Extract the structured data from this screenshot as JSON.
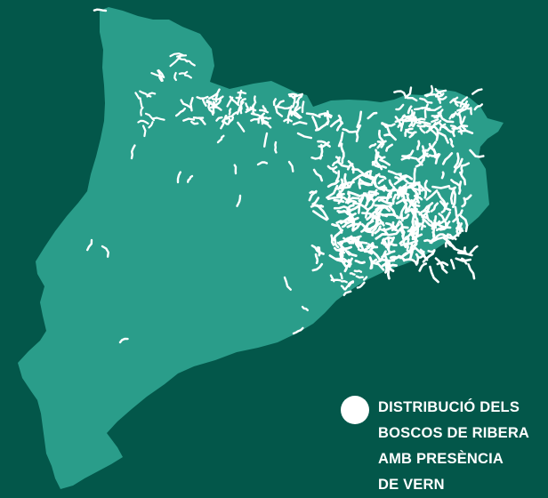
{
  "colors": {
    "background": "#03574a",
    "territory": "#2a9d8a",
    "rivers": "#ffffff",
    "legend_text": "#ffffff"
  },
  "legend": {
    "marker_icon": "white-circle",
    "lines": [
      "DISTRIBUCIÓ DELS",
      "BOSCOS DE RIBERA",
      "AMB PRESÈNCIA",
      "DE VERN"
    ]
  }
}
